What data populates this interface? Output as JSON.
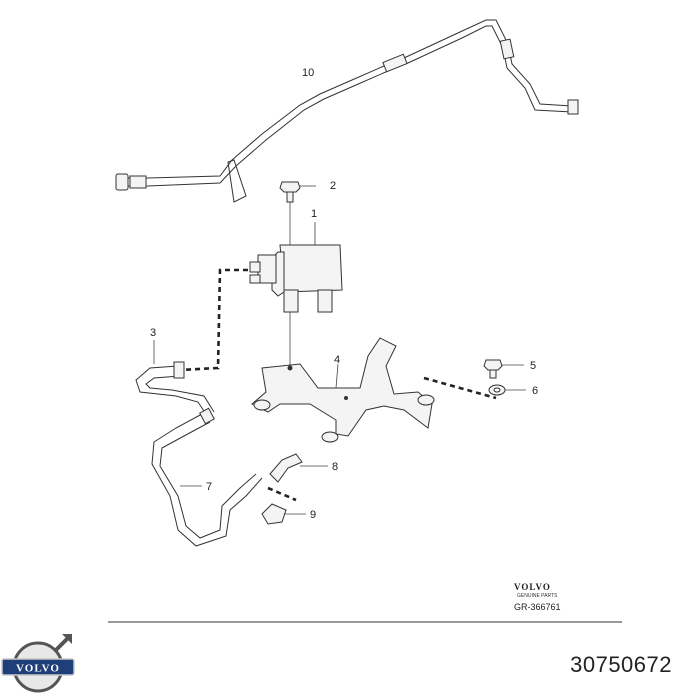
{
  "callouts": [
    {
      "id": "c10",
      "label": "10"
    },
    {
      "id": "c2",
      "label": "2"
    },
    {
      "id": "c1",
      "label": "1"
    },
    {
      "id": "c3",
      "label": "3"
    },
    {
      "id": "c4",
      "label": "4"
    },
    {
      "id": "c5",
      "label": "5"
    },
    {
      "id": "c6",
      "label": "6"
    },
    {
      "id": "c8",
      "label": "8"
    },
    {
      "id": "c7",
      "label": "7"
    },
    {
      "id": "c9",
      "label": "9"
    }
  ],
  "brand_block": {
    "brand": "VOLVO",
    "subtitle": "GENUINE PARTS",
    "reference": "GR-366761"
  },
  "logo": {
    "text": "VOLVO"
  },
  "part_number": "30750672"
}
